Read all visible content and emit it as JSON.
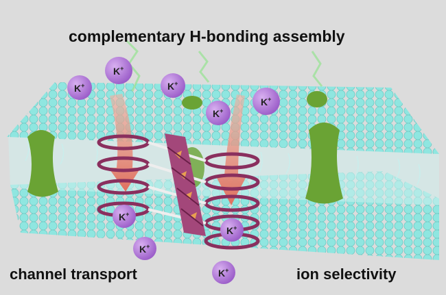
{
  "labels": {
    "title": "complementary H-bonding assembly",
    "left": "channel transport",
    "right": "ion selectivity"
  },
  "ion": {
    "symbol": "K",
    "charge": "+"
  },
  "colors": {
    "background": "#dcdcdc",
    "lipid_head": "#8fe6e0",
    "protein": "#6aa334",
    "ring": "#8a2f5e",
    "ion": "#b07ad8",
    "arrow": "#e89080"
  }
}
